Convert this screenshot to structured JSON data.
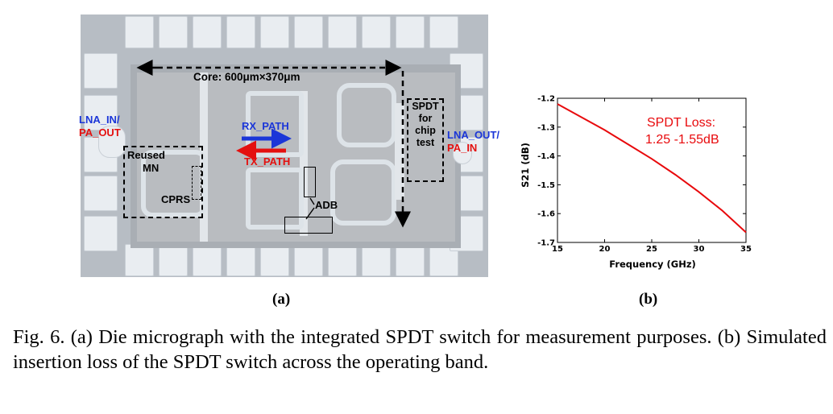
{
  "panel_a": {
    "core_label": "Core: 600μm×370μm",
    "lna_in_label": "LNA_IN/",
    "pa_out_label": "PA_OUT",
    "lna_out_label": "LNA_OUT/",
    "pa_in_label": "PA_IN",
    "rx_path_label": "RX_PATH",
    "tx_path_label": "TX_PATH",
    "reused_label": "Reused",
    "mn_label": "MN",
    "cprs_label": "CPRS",
    "adb_label": "ADB",
    "spdt_test_lines": [
      "SPDT",
      "for",
      "chip",
      "test"
    ],
    "colors": {
      "rx_arrow": "#1b36d8",
      "tx_arrow": "#e4100f"
    }
  },
  "chart_data": {
    "type": "line",
    "x": [
      15,
      17.5,
      20,
      22.5,
      25,
      27.5,
      30,
      32.5,
      35
    ],
    "series": [
      {
        "values": [
          -1.22,
          -1.265,
          -1.31,
          -1.36,
          -1.41,
          -1.465,
          -1.525,
          -1.59,
          -1.665
        ],
        "color": "#e8090c"
      }
    ],
    "xlabel": "Frequency (GHz)",
    "ylabel": "S21 (dB)",
    "xlim": [
      15,
      35
    ],
    "ylim": [
      -1.7,
      -1.2
    ],
    "xticks": [
      15,
      20,
      25,
      30,
      35
    ],
    "yticks": [
      -1.2,
      -1.3,
      -1.4,
      -1.5,
      -1.6,
      -1.7
    ],
    "annotation_lines": [
      "SPDT Loss:",
      "1.25 -1.55dB"
    ],
    "annotation_color": "#e8090c"
  },
  "captions": {
    "sub_a": "(a)",
    "sub_b": "(b)",
    "figure": "Fig. 6.  (a) Die micrograph with the integrated SPDT switch for measurement purposes. (b) Simulated insertion loss of the SPDT switch across the operating band."
  }
}
